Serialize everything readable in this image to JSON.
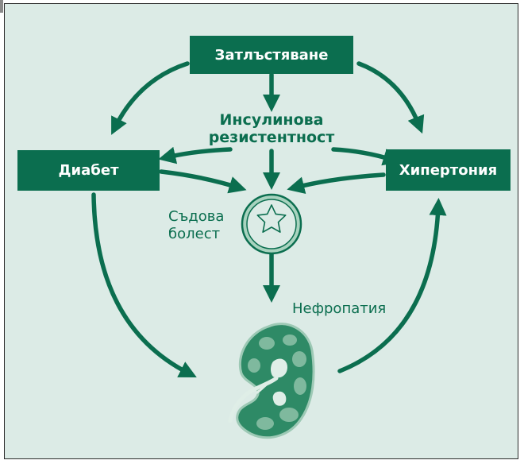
{
  "diagram": {
    "nodes": {
      "obesity": "Затлъстяване",
      "diabetes": "Диабет",
      "hypertension": "Хипертония",
      "insulin_resistance_line1": "Инсулинова",
      "insulin_resistance_line2": "резистентност",
      "vascular_disease_line1": "Съдова",
      "vascular_disease_line2": "болест",
      "nephropathy": "Нефропатия"
    },
    "icons": {
      "vessel": "blood-vessel-cross-section-icon",
      "kidney": "kidney-icon"
    },
    "colors": {
      "background": "#dcebe6",
      "accent": "#0b6e4f",
      "box_text": "#ffffff"
    }
  }
}
